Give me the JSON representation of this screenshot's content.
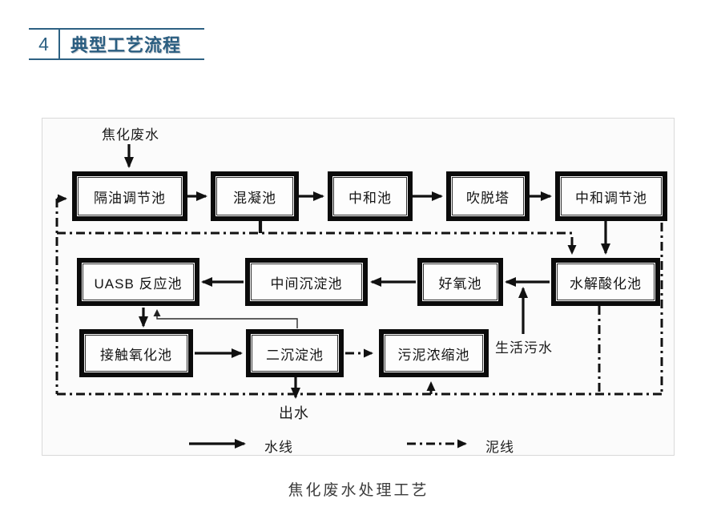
{
  "header": {
    "section_number": "4",
    "section_title": "典型工艺流程"
  },
  "figure": {
    "caption": "焦化废水处理工艺",
    "labels": {
      "influent": "焦化废水",
      "domestic_sewage": "生活污水",
      "effluent": "出水"
    },
    "legend": {
      "water_line": "水线",
      "sludge_line": "泥线"
    },
    "boxes": [
      {
        "label": "隔油调节池"
      },
      {
        "label": "混凝池"
      },
      {
        "label": "中和池"
      },
      {
        "label": "吹脱塔"
      },
      {
        "label": "中和调节池"
      },
      {
        "label": "UASB 反应池"
      },
      {
        "label": "中间沉淀池"
      },
      {
        "label": "好氧池"
      },
      {
        "label": "水解酸化池"
      },
      {
        "label": "接触氧化池"
      },
      {
        "label": "二沉淀池"
      },
      {
        "label": "污泥浓缩池"
      }
    ],
    "connections": {
      "water": [
        "焦化废水→隔油调节池",
        "隔油调节池→混凝池",
        "混凝池→中和池",
        "中和池→吹脱塔",
        "吹脱塔→中和调节池",
        "中和调节池→水解酸化池",
        "水解酸化池→好氧池",
        "生活污水→好氧池",
        "好氧池→中间沉淀池",
        "中间沉淀池→UASB 反应池",
        "UASB 反应池→接触氧化池",
        "接触氧化池→二沉淀池",
        "二沉淀池→出水",
        "二沉淀池→UASB 反应池(回流)"
      ],
      "sludge": [
        "混凝池→水解酸化池",
        "中和调节池→底部泥线",
        "水解酸化池→底部泥线",
        "二沉淀池→污泥浓缩池",
        "底部泥线→污泥浓缩池",
        "泥线→隔油调节池"
      ]
    }
  },
  "colors": {
    "accent": "#2d6183",
    "line": "#111111",
    "caption": "#3d3d3d"
  }
}
